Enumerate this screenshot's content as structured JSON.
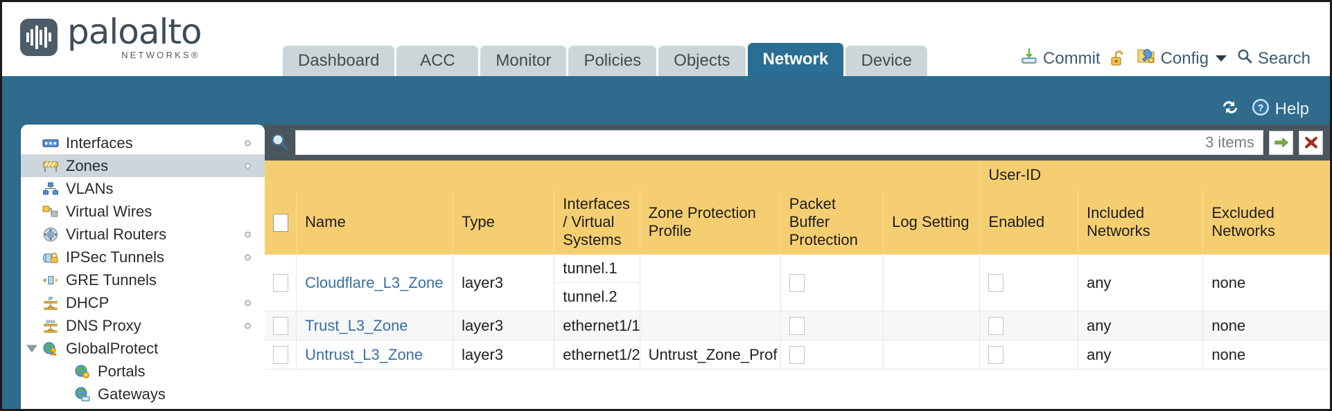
{
  "brand": {
    "name": "paloalto",
    "tagline": "NETWORKS",
    "registered": "®"
  },
  "tabs": [
    {
      "label": "Dashboard",
      "active": false
    },
    {
      "label": "ACC",
      "active": false
    },
    {
      "label": "Monitor",
      "active": false
    },
    {
      "label": "Policies",
      "active": false
    },
    {
      "label": "Objects",
      "active": false
    },
    {
      "label": "Network",
      "active": true
    },
    {
      "label": "Device",
      "active": false
    }
  ],
  "header_actions": {
    "commit": "Commit",
    "lock_icon": "unlocked-padlock-icon",
    "config": "Config",
    "search": "Search"
  },
  "band": {
    "refresh_icon": "refresh-icon",
    "help": "Help"
  },
  "sidebar": {
    "items": [
      {
        "label": "Interfaces",
        "icon": "interfaces-icon",
        "selected": false,
        "dot": true,
        "child": false,
        "expander": false
      },
      {
        "label": "Zones",
        "icon": "zones-icon",
        "selected": true,
        "dot": true,
        "child": false,
        "expander": false
      },
      {
        "label": "VLANs",
        "icon": "vlans-icon",
        "selected": false,
        "dot": false,
        "child": false,
        "expander": false
      },
      {
        "label": "Virtual Wires",
        "icon": "virtual-wires-icon",
        "selected": false,
        "dot": false,
        "child": false,
        "expander": false
      },
      {
        "label": "Virtual Routers",
        "icon": "virtual-routers-icon",
        "selected": false,
        "dot": true,
        "child": false,
        "expander": false
      },
      {
        "label": "IPSec Tunnels",
        "icon": "ipsec-tunnels-icon",
        "selected": false,
        "dot": true,
        "child": false,
        "expander": false
      },
      {
        "label": "GRE Tunnels",
        "icon": "gre-tunnels-icon",
        "selected": false,
        "dot": false,
        "child": false,
        "expander": false
      },
      {
        "label": "DHCP",
        "icon": "dhcp-icon",
        "selected": false,
        "dot": true,
        "child": false,
        "expander": false
      },
      {
        "label": "DNS Proxy",
        "icon": "dns-proxy-icon",
        "selected": false,
        "dot": true,
        "child": false,
        "expander": false
      },
      {
        "label": "GlobalProtect",
        "icon": "globalprotect-icon",
        "selected": false,
        "dot": false,
        "child": false,
        "expander": true
      },
      {
        "label": "Portals",
        "icon": "portals-icon",
        "selected": false,
        "dot": false,
        "child": true,
        "expander": false
      },
      {
        "label": "Gateways",
        "icon": "gateways-icon",
        "selected": false,
        "dot": false,
        "child": true,
        "expander": false
      }
    ]
  },
  "search": {
    "icon": "magnifier-icon",
    "value": "",
    "placeholder": "",
    "item_count": "3 items",
    "apply_icon": "green-arrow-apply-icon",
    "clear_icon": "red-x-clear-icon"
  },
  "table": {
    "group_header": {
      "label": "User-ID",
      "spans": [
        "Enabled",
        "Included Networks",
        "Excluded Networks"
      ]
    },
    "columns": [
      "Name",
      "Type",
      "Interfaces / Virtual Systems",
      "Zone Protection Profile",
      "Packet Buffer Protection",
      "Log Setting",
      "Enabled",
      "Included Networks",
      "Excluded Networks"
    ],
    "rows": [
      {
        "selected": false,
        "name": "Cloudflare_L3_Zone",
        "type": "layer3",
        "interfaces": [
          "tunnel.1",
          "tunnel.2"
        ],
        "zone_protection_profile": "",
        "packet_buffer_protection": false,
        "log_setting": "",
        "userid_enabled": false,
        "included_networks": "any",
        "excluded_networks": "none"
      },
      {
        "selected": false,
        "name": "Trust_L3_Zone",
        "type": "layer3",
        "interfaces": [
          "ethernet1/1"
        ],
        "zone_protection_profile": "",
        "packet_buffer_protection": false,
        "log_setting": "",
        "userid_enabled": false,
        "included_networks": "any",
        "excluded_networks": "none"
      },
      {
        "selected": false,
        "name": "Untrust_L3_Zone",
        "type": "layer3",
        "interfaces": [
          "ethernet1/2"
        ],
        "zone_protection_profile": "Untrust_Zone_Prof",
        "packet_buffer_protection": false,
        "log_setting": "",
        "userid_enabled": false,
        "included_networks": "any",
        "excluded_networks": "none"
      }
    ]
  },
  "colors": {
    "teal_band": "#2e6b8c",
    "tab_active": "#2b6e93",
    "tab_inactive": "#ccd6d8",
    "header_amber": "#f6ce72",
    "group_amber": "#e0b44f",
    "search_bar": "#4a565e",
    "link": "#3a6ea5"
  }
}
